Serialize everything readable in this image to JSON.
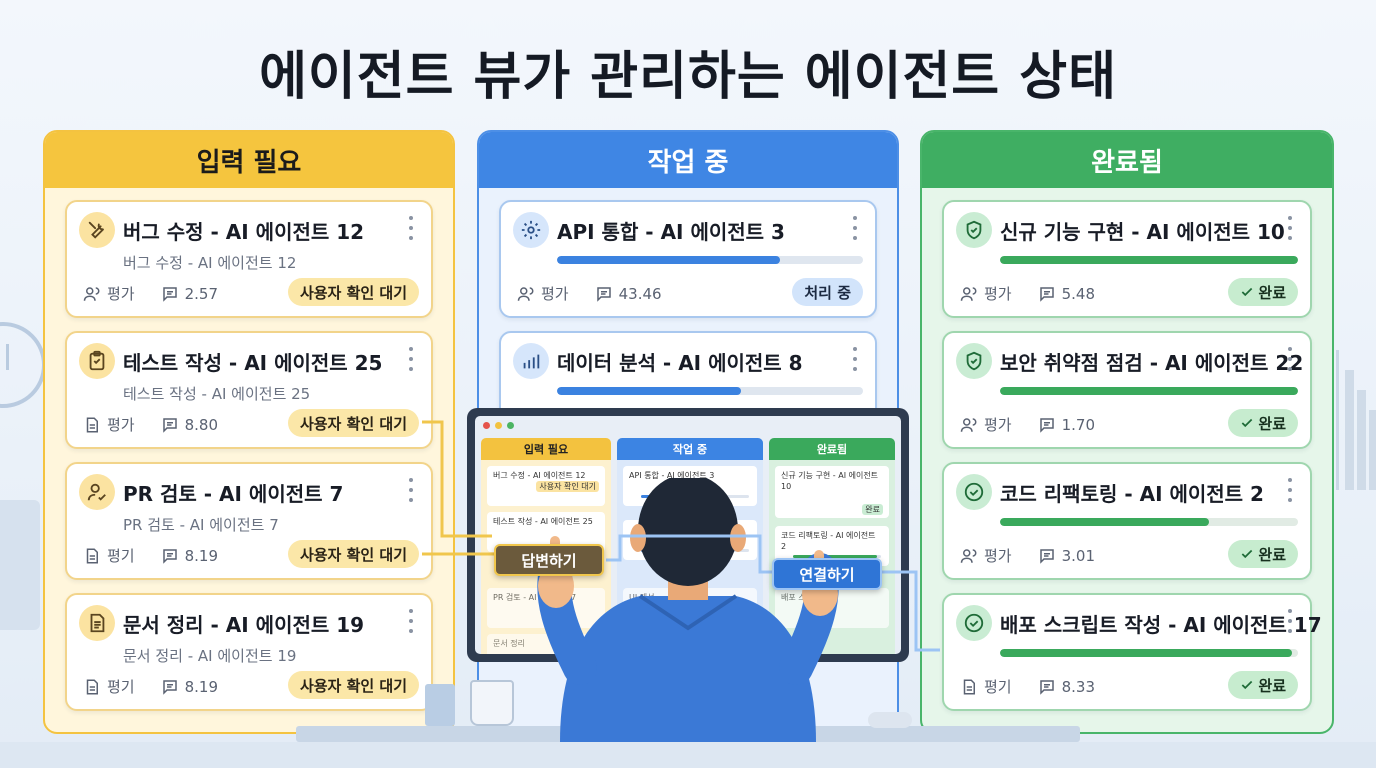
{
  "title": "에이전트 뷰가 관리하는 에이전트 상태",
  "columns": {
    "input_needed": {
      "header": "입력 필요",
      "cards": [
        {
          "title": "버그 수정 - AI 에이전트 12",
          "subtitle": "버그 수정 - AI 에이전트 12",
          "meta_label": "평가",
          "meta_value": "2.57",
          "badge": "사용자 확인 대기",
          "icon": "wrench-screwdriver-icon"
        },
        {
          "title": "테스트 작성 - AI 에이전트 25",
          "subtitle": "테스트 작성 - AI 에이전트 25",
          "meta_label": "평가",
          "meta_value": "8.80",
          "badge": "사용자 확인 대기",
          "icon": "clipboard-check-icon"
        },
        {
          "title": "PR 검토 - AI 에이전트 7",
          "subtitle": "PR  검토 -  AI  에이전트 7",
          "meta_label": "평기",
          "meta_value": "8.19",
          "badge": "사용자 확인 대기",
          "icon": "user-check-icon"
        },
        {
          "title": "문서 정리 - AI 에이전트 19",
          "subtitle": "문서 정리 - AI   에이전트 19",
          "meta_label": "평기",
          "meta_value": "8.19",
          "badge": "사용자 확인 대기",
          "icon": "document-icon"
        }
      ]
    },
    "in_progress": {
      "header": "작업 중",
      "cards": [
        {
          "title": "API 통합 - AI 에이전트 3",
          "progress": 0.73,
          "meta_label": "평가",
          "meta_value": "43.46",
          "badge": "처리 중",
          "icon": "gear-icon"
        },
        {
          "title": "데이터 분석 - AI 에이전트 8",
          "progress": 0.6,
          "icon": "bar-chart-icon"
        }
      ]
    },
    "completed": {
      "header": "완료됨",
      "cards": [
        {
          "title": "신규 기능 구현 - AI 에이전트 10",
          "progress": 1.0,
          "meta_label": "평가",
          "meta_value": "5.48",
          "badge": "완료",
          "icon": "check-circle-icon"
        },
        {
          "title": "보안 취약점 점검 - AI 에이전트 22",
          "progress": 1.0,
          "meta_label": "평가",
          "meta_value": "1.70",
          "badge": "완료",
          "icon": "shield-check-icon"
        },
        {
          "title": "코드 리팩토링 - AI 에이전트 2",
          "progress": 0.7,
          "meta_label": "평가",
          "meta_value": "3.01",
          "badge": "완료",
          "icon": "check-circle-icon"
        },
        {
          "title": "배포 스크립트 작성 - AI 에이전트 17",
          "progress": 0.98,
          "meta_label": "평기",
          "meta_value": "8.33",
          "badge": "완료",
          "icon": "check-circle-icon"
        }
      ]
    }
  },
  "monitor": {
    "headers": [
      "입력 필요",
      "작업 중",
      "완료됨"
    ],
    "mini_cards": {
      "y1": "버그 수정 - AI 에이전트 12",
      "y1_badge": "사용자 확인 대기",
      "y2": "테스트 작성 - AI 에이전트 25",
      "y3": "PR 검토 - AI 에이전트 7",
      "y4": "문서 정리",
      "b1": "API 통합 - AI 에이전트 3",
      "b3": "UI 개선",
      "g1": "신규 기능 구현 - AI 에이전트 10",
      "g1_badge": "완료",
      "g2": "코드 리팩토링 - AI 에이전트 2",
      "g3": "배포 스크립트"
    },
    "answer_button": "답변하기",
    "connect_button": "연결하기"
  },
  "colors": {
    "yellow": "#f5c53e",
    "blue": "#3f86e4",
    "green": "#3fae62"
  }
}
